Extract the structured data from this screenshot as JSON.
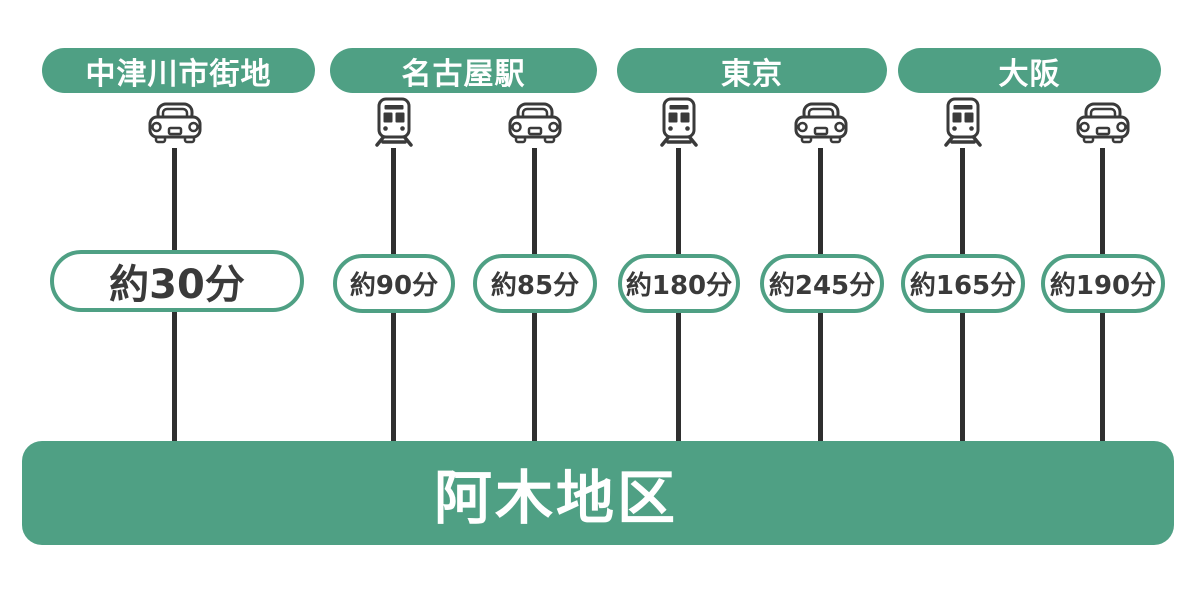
{
  "diagram": {
    "destination": "阿木地区",
    "origins": [
      {
        "name": "中津川市街地",
        "routes": [
          {
            "mode": "car",
            "icon": "car-icon",
            "duration": "約30分"
          }
        ]
      },
      {
        "name": "名古屋駅",
        "routes": [
          {
            "mode": "train",
            "icon": "train-icon",
            "duration": "約90分"
          },
          {
            "mode": "car",
            "icon": "car-icon",
            "duration": "約85分"
          }
        ]
      },
      {
        "name": "東京",
        "routes": [
          {
            "mode": "train",
            "icon": "train-icon",
            "duration": "約180分"
          },
          {
            "mode": "car",
            "icon": "car-icon",
            "duration": "約245分"
          }
        ]
      },
      {
        "name": "大阪",
        "routes": [
          {
            "mode": "train",
            "icon": "train-icon",
            "duration": "約165分"
          },
          {
            "mode": "car",
            "icon": "car-icon",
            "duration": "約190分"
          }
        ]
      }
    ],
    "colors": {
      "accent_green": "#4FA084",
      "line_dark": "#2F2F2F",
      "text_dark": "#3A3A3A",
      "background": "#FFFFFF",
      "pill_text": "#FFFFFF"
    }
  }
}
